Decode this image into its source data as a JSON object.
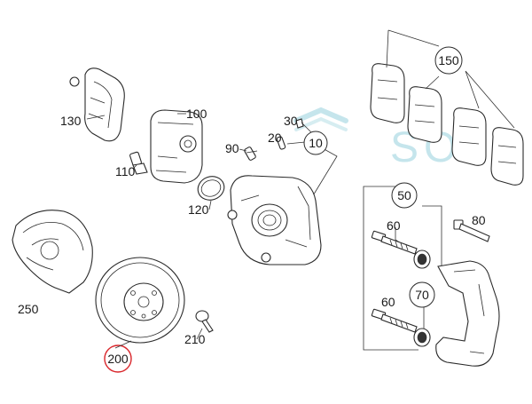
{
  "diagram": {
    "title": "Front brake assembly exploded view",
    "highlight_color": "#d9262b",
    "watermark": {
      "text": "SOL",
      "color": "#bfe3ea"
    },
    "callouts": {
      "c150": "150",
      "c130": "130",
      "c100": "100",
      "c30": "30",
      "c20": "20",
      "c10": "10",
      "c90": "90",
      "c110": "110",
      "c120": "120",
      "c50": "50",
      "c60a": "60",
      "c80": "80",
      "c70": "70",
      "c60b": "60",
      "c250": "250",
      "c210": "210",
      "c200": "200"
    },
    "highlighted_callout": "200"
  }
}
